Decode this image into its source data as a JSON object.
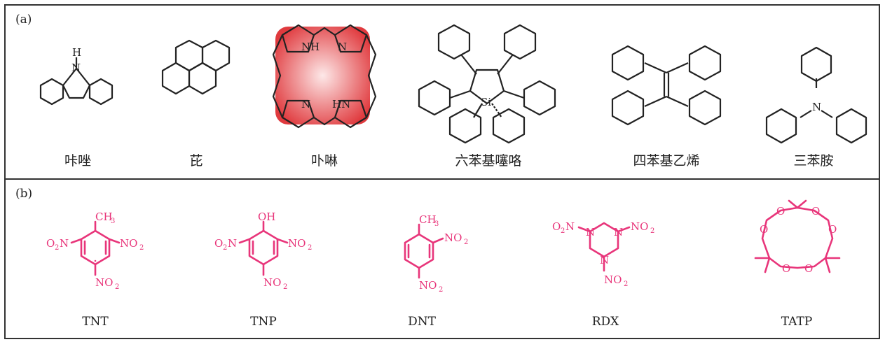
{
  "panel_a": {
    "label": "(a)",
    "molecules": [
      {
        "name": "咔唑",
        "color": "#5cb85c"
      },
      {
        "name": "芘",
        "color": "#b76bc4"
      },
      {
        "name": "卟啉",
        "color": "#e03a3e"
      },
      {
        "name": "六苯基噻咯",
        "color": "#4a5fb5",
        "core_color": "#f4d03f"
      },
      {
        "name": "四苯基乙烯",
        "color": "#4a5fb5"
      },
      {
        "name": "三苯胺",
        "color": "#e03a3e"
      }
    ],
    "atom_labels": {
      "carbazole_h": "H",
      "carbazole_n": "N",
      "porph_nh": "NH",
      "porph_n1": "N",
      "porph_n2": "N",
      "porph_hn": "HN",
      "silole_si": "Si",
      "tpa_n": "N"
    }
  },
  "panel_b": {
    "label": "(b)",
    "molecules": [
      {
        "name": "TNT"
      },
      {
        "name": "TNP"
      },
      {
        "name": "DNT"
      },
      {
        "name": "RDX"
      },
      {
        "name": "TATP"
      }
    ],
    "substituents": {
      "methyl": "CH",
      "methyl_sub": "3",
      "hydroxyl": "OH",
      "nitro_left": "O",
      "nitro_left_n": "N",
      "nitro_right": "NO",
      "sub2": "2",
      "ring_n": "N",
      "peroxide_o": "O"
    },
    "color": "#e8357a"
  }
}
